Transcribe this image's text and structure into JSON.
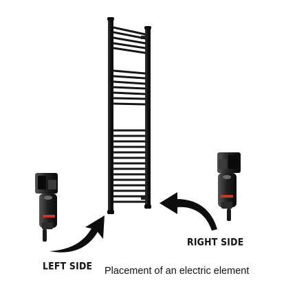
{
  "labels": {
    "left_side": "LEFT SIDE",
    "right_side": "RIGHT SIDE"
  },
  "caption": "Placement of an electric element",
  "colors": {
    "rail": "#1a1a1a",
    "element": "#222222",
    "element_accent": "#c0392b",
    "arrow": "#0d0d0d",
    "background": "#ffffff"
  },
  "icons": {
    "towel_rail": "towel-rail-icon",
    "heating_element": "heating-element-icon",
    "curved_arrow": "curved-arrow-icon"
  }
}
